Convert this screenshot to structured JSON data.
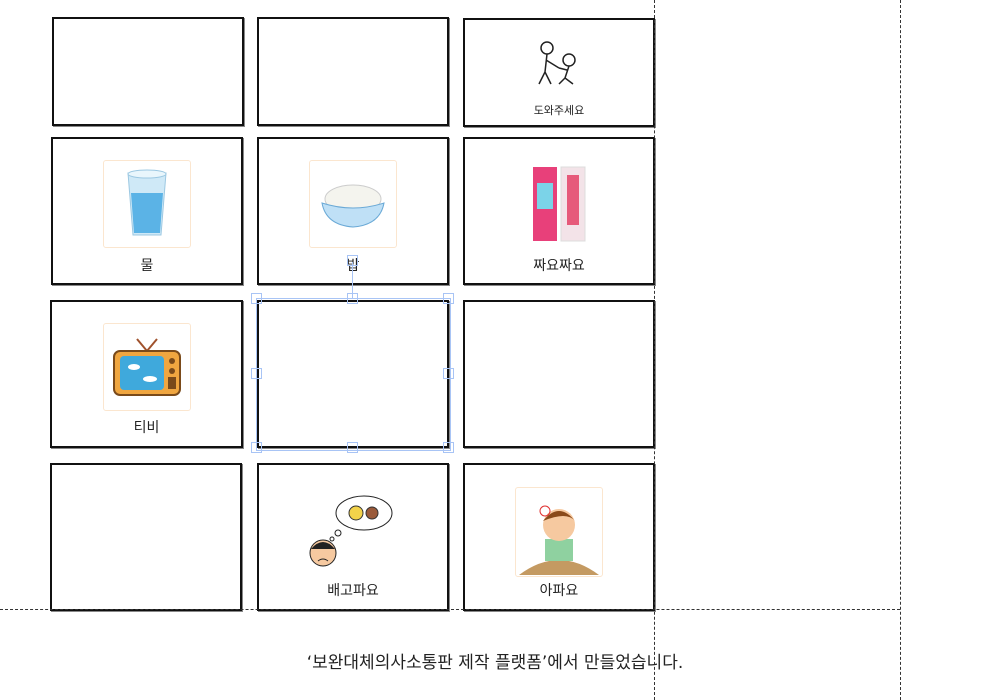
{
  "cards": [
    {
      "label": "",
      "icon": ""
    },
    {
      "label": "",
      "icon": ""
    },
    {
      "label": "도와주세요",
      "icon": "help-people-icon"
    },
    {
      "label": "물",
      "icon": "water-glass-icon"
    },
    {
      "label": "밥",
      "icon": "rice-bowl-icon"
    },
    {
      "label": "짜요짜요",
      "icon": "yogurt-tube-icon"
    },
    {
      "label": "티비",
      "icon": "tv-icon"
    },
    {
      "label": "",
      "icon": ""
    },
    {
      "label": "",
      "icon": ""
    },
    {
      "label": "",
      "icon": ""
    },
    {
      "label": "배고파요",
      "icon": "hungry-face-icon"
    },
    {
      "label": "아파요",
      "icon": "sick-boy-icon"
    }
  ],
  "footer": "‘보완대체의사소통판 제작 플랫폼’에서 만들었습니다.",
  "colors": {
    "selection": "#a8c4f5",
    "border": "#111111"
  }
}
